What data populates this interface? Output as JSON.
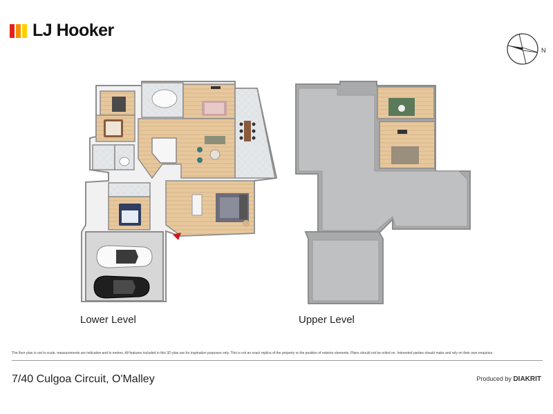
{
  "brand": {
    "name": "LJ Hooker",
    "colors": [
      "#e2231a",
      "#f39200",
      "#fdd000"
    ]
  },
  "compass": {
    "north_label": "N"
  },
  "floor_plan": {
    "levels": [
      {
        "label": "Lower Level"
      },
      {
        "label": "Upper Level"
      }
    ]
  },
  "footer": {
    "disclaimer": "The floor plan is not to scale, measurements are indicative and in metres. All features included in this 3D plan are for inspiration purposes only. This is not an exact replica of the property or the position of exterior elements. Plans should not be relied on. Interested parties should make and rely on their own enquiries.",
    "address": "7/40 Culgoa Circuit, O'Malley",
    "produced_by_prefix": "Produced by",
    "produced_by_name": "DIAKRIT"
  }
}
